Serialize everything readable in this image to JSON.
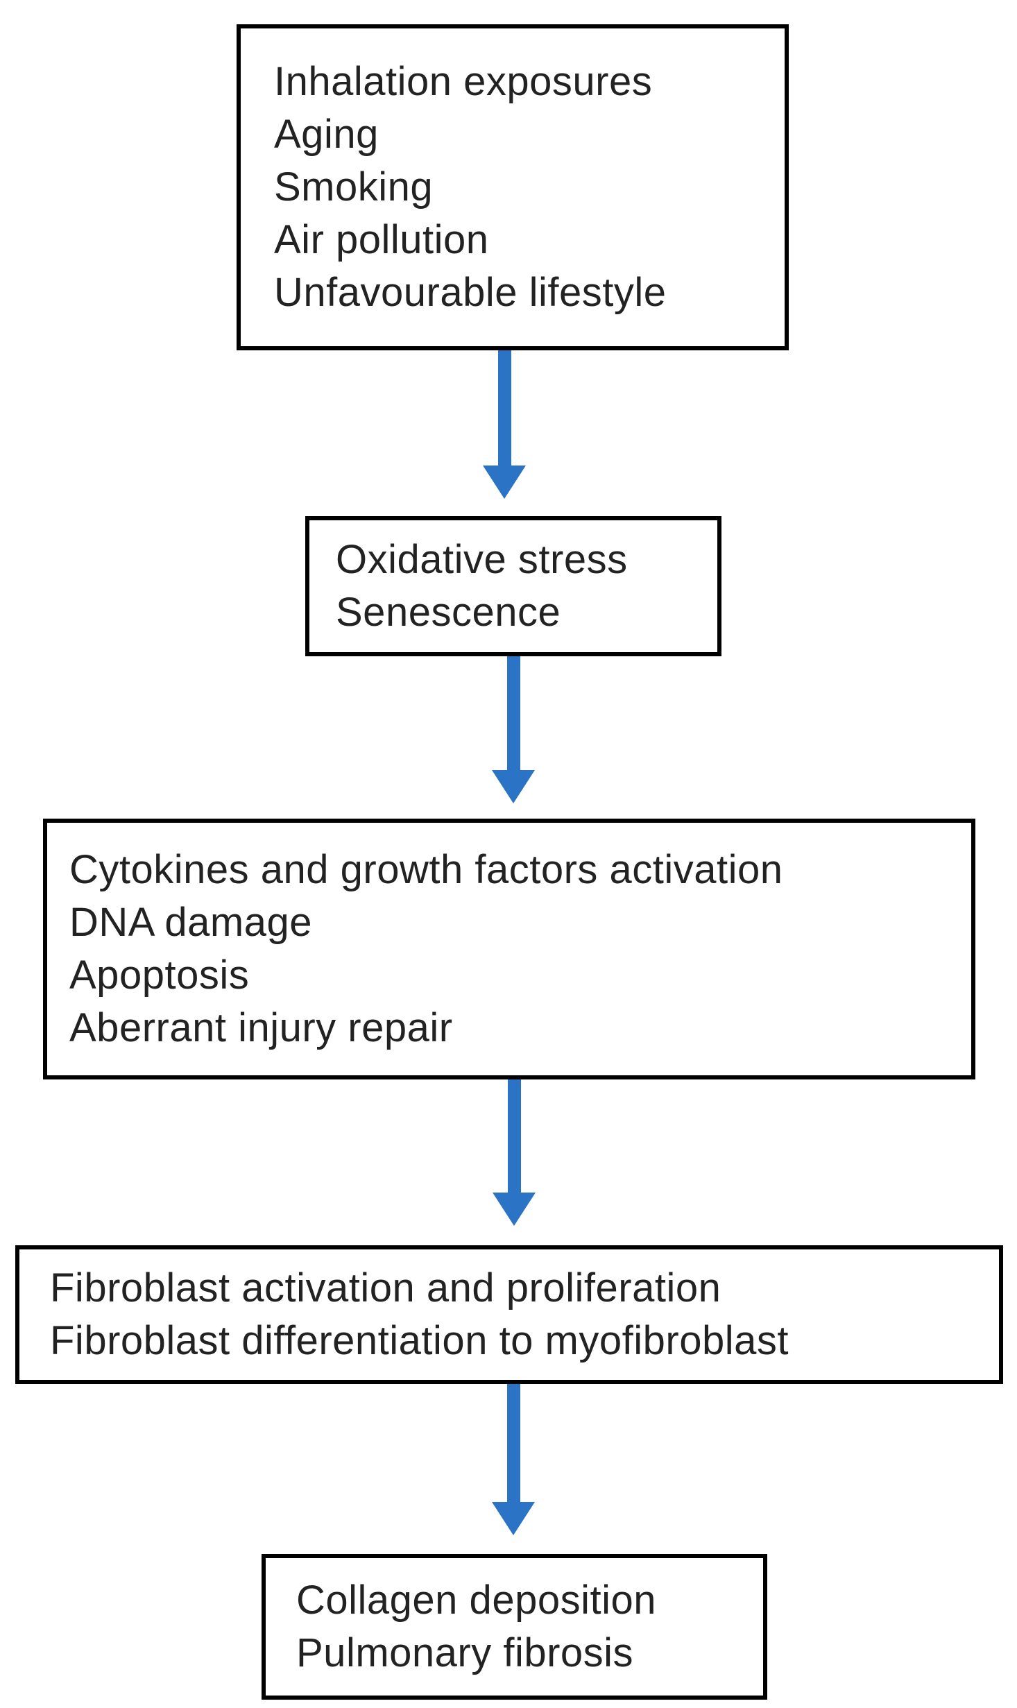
{
  "diagram": {
    "background_color": "#ffffff",
    "box_border_color": "#000000",
    "text_color": "#222222",
    "arrow_color": "#2B73C5",
    "boxes": [
      {
        "id": "risk-factors",
        "lines": [
          "Inhalation exposures",
          "Aging",
          "Smoking",
          "Air pollution",
          "Unfavourable lifestyle"
        ]
      },
      {
        "id": "oxidative-stress-senescence",
        "lines": [
          "Oxidative stress",
          "Senescence"
        ]
      },
      {
        "id": "cellular-injury-events",
        "lines": [
          "Cytokines and growth factors activation",
          "DNA damage",
          "Apoptosis",
          "Aberrant injury repair"
        ]
      },
      {
        "id": "fibroblast-activation",
        "lines": [
          "Fibroblast activation and proliferation",
          "Fibroblast differentiation to myofibroblast"
        ]
      },
      {
        "id": "fibrosis-outcome",
        "lines": [
          "Collagen deposition",
          "Pulmonary fibrosis"
        ]
      }
    ]
  }
}
